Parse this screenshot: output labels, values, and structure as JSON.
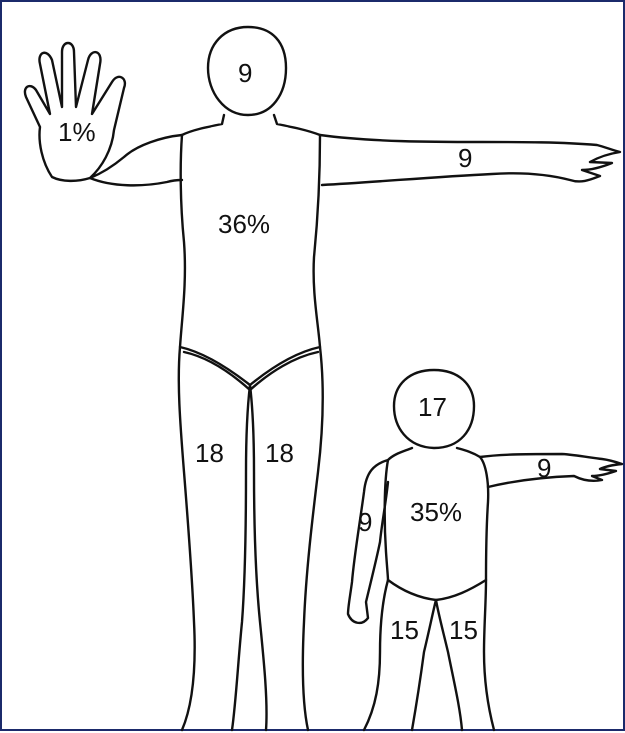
{
  "colors": {
    "frame_border": "#1b2a6b",
    "line": "#111111",
    "background": "#ffffff"
  },
  "adult": {
    "head": "9",
    "hand": "1%",
    "arm": "9",
    "trunk": "36%",
    "left_leg": "18",
    "right_leg": "18"
  },
  "child": {
    "head": "17",
    "right_arm": "9",
    "left_arm": "9",
    "trunk": "35%",
    "left_leg": "15",
    "right_leg": "15"
  }
}
